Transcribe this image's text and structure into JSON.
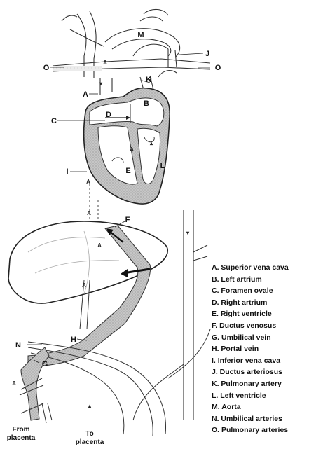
{
  "labels": {
    "A": "A",
    "B": "B",
    "C": "C",
    "D": "D",
    "E": "E",
    "F": "F",
    "G": "G",
    "H": "H",
    "I": "I",
    "J": "J",
    "K": "K",
    "L": "L",
    "M": "M",
    "N": "N",
    "O": "O"
  },
  "captions": {
    "from_line1": "From",
    "from_line2": "placenta",
    "to_line1": "To",
    "to_line2": "placenta"
  },
  "legend": [
    "A. Superior vena cava",
    "B. Left artrium",
    "C. Foramen ovale",
    "D. Right artrium",
    "E. Right ventricle",
    "F. Ductus venosus",
    "G. Umbilical vein",
    "H. Portal vein",
    "I. Inferior vena cava",
    "J. Ductus arteriosus",
    "K. Pulmonary artery",
    "L. Left ventricle",
    "M. Aorta",
    "N. Umbilical arteries",
    "O. Pulmonary arteries"
  ],
  "colors": {
    "line": "#222222",
    "shade": "#bdbdbd",
    "light_shade": "#e0e0e0"
  }
}
